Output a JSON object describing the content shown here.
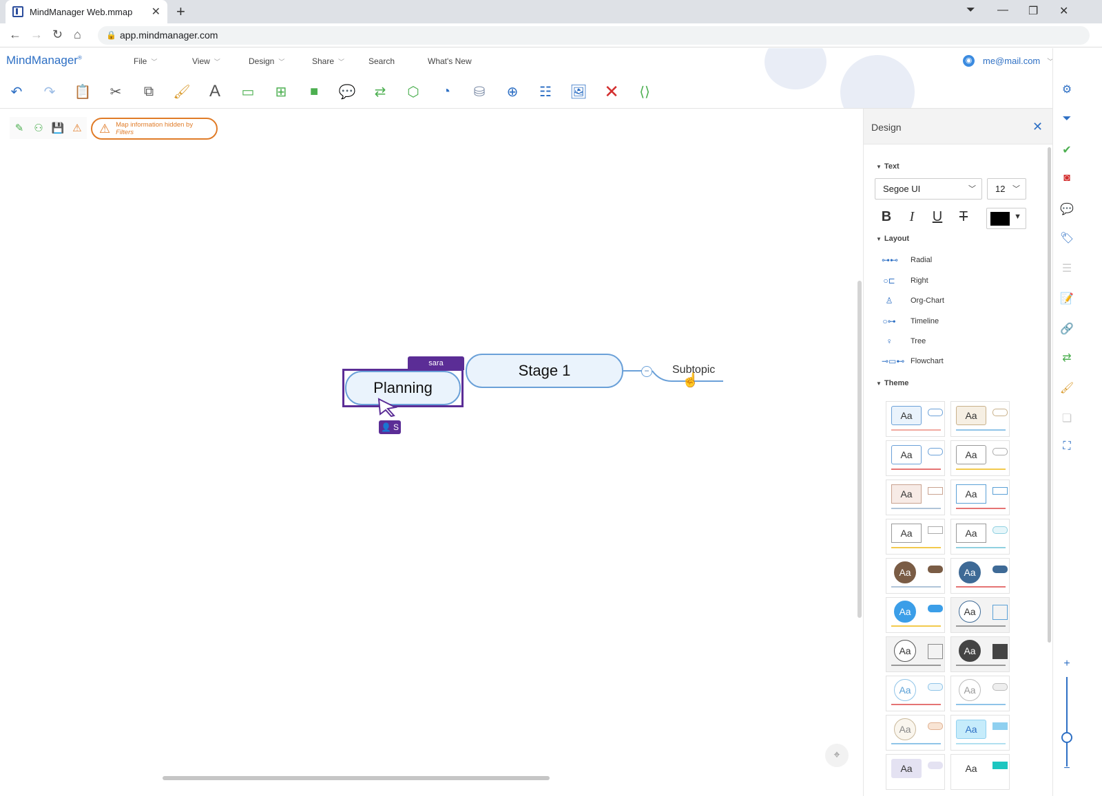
{
  "browser": {
    "tab_title": "MindManager Web.mmap",
    "url": "app.mindmanager.com"
  },
  "app": {
    "brand": "MindManager",
    "menus": [
      "File",
      "View",
      "Design",
      "Share",
      "Search",
      "What's New"
    ],
    "user_email": "me@mail.com",
    "filter_notice_line1": "Map information hidden by",
    "filter_notice_line2": "Filters"
  },
  "map": {
    "topics": {
      "planning": "Planning",
      "stage1": "Stage 1",
      "subtopic": "Subtopic"
    },
    "collaborator_tag": "sara",
    "collaborator_badge": "S"
  },
  "design_panel": {
    "title": "Design",
    "sections": {
      "text": "Text",
      "layout": "Layout",
      "theme": "Theme"
    },
    "font_family": "Segoe UI",
    "font_size": "12",
    "font_color": "#000000",
    "format_buttons": [
      "B",
      "I",
      "U",
      "T"
    ],
    "layouts": [
      "Radial",
      "Right",
      "Org-Chart",
      "Timeline",
      "Tree",
      "Flowchart"
    ],
    "themes_label": "Aa"
  },
  "colors": {
    "accent": "#2d6fc4",
    "selection": "#5b2d96",
    "warning": "#e07b27",
    "topic_border": "#6aa0d8"
  }
}
